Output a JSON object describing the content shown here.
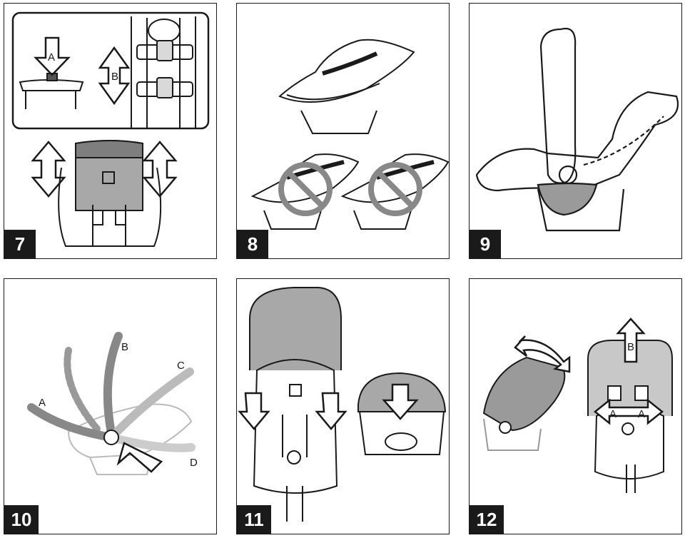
{
  "panels": [
    {
      "number": "7",
      "labels": {
        "a": "A",
        "b": "B"
      }
    },
    {
      "number": "8"
    },
    {
      "number": "9"
    },
    {
      "number": "10",
      "labels": {
        "a": "A",
        "b": "B",
        "c": "C",
        "d": "D"
      }
    },
    {
      "number": "11"
    },
    {
      "number": "12",
      "labels": {
        "a1": "A",
        "a2": "A",
        "b": "B"
      }
    }
  ],
  "colors": {
    "ink": "#1a1a1a",
    "fill_gray": "#9a9a9a",
    "light_gray": "#cfcfcf",
    "dark_gray": "#7a7a7a"
  }
}
